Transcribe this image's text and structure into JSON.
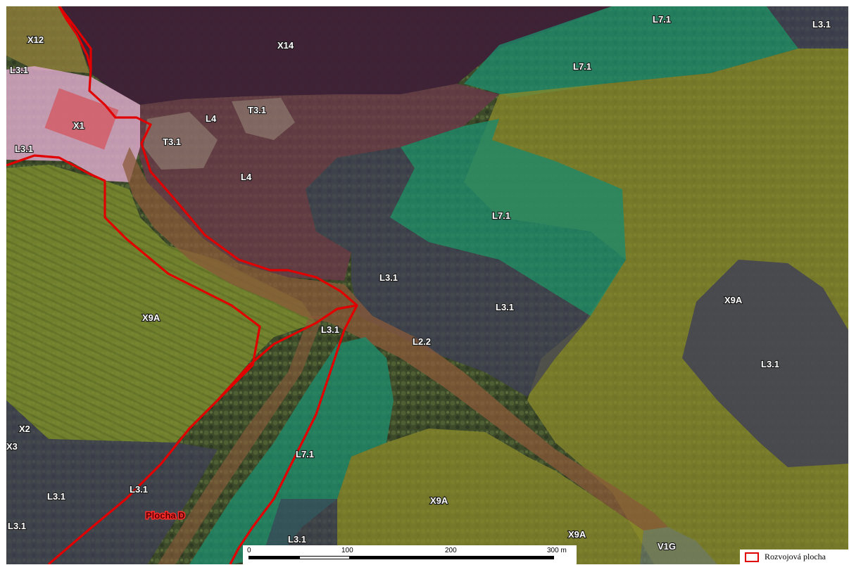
{
  "map": {
    "colors": {
      "forest_base": "#3d4a2a",
      "water": "#3e2036",
      "habitat_L3_1": "#3e3e58",
      "habitat_X9A": "#8a8a2a",
      "habitat_L7_1": "#1e8a6a",
      "habitat_L4": "#6a3a3a",
      "habitat_L2_2": "#8a5a3a",
      "habitat_X1": "#d9a8c8",
      "development_boundary": "#e10000"
    },
    "habitat_labels": [
      "X12",
      "X14",
      "L7.1",
      "L3.1",
      "L3.1",
      "L7.1",
      "X1",
      "L4",
      "T3.1",
      "T3.1",
      "L3.1",
      "L4",
      "L7.1",
      "L3.1",
      "L3.1",
      "X9A",
      "X9A",
      "L3.1",
      "L2.2",
      "L3.1",
      "X2",
      "X3",
      "L7.1",
      "L3.1",
      "L3.1",
      "L3.1",
      "X9A",
      "X9A",
      "L3.1",
      "V1G"
    ],
    "area_label": "Plocha D"
  },
  "scale": {
    "ticks": [
      "0",
      "100",
      "200",
      "300 m"
    ]
  },
  "legend": {
    "label": "Rozvojová plocha",
    "icon": "red-outline-rectangle-icon"
  }
}
